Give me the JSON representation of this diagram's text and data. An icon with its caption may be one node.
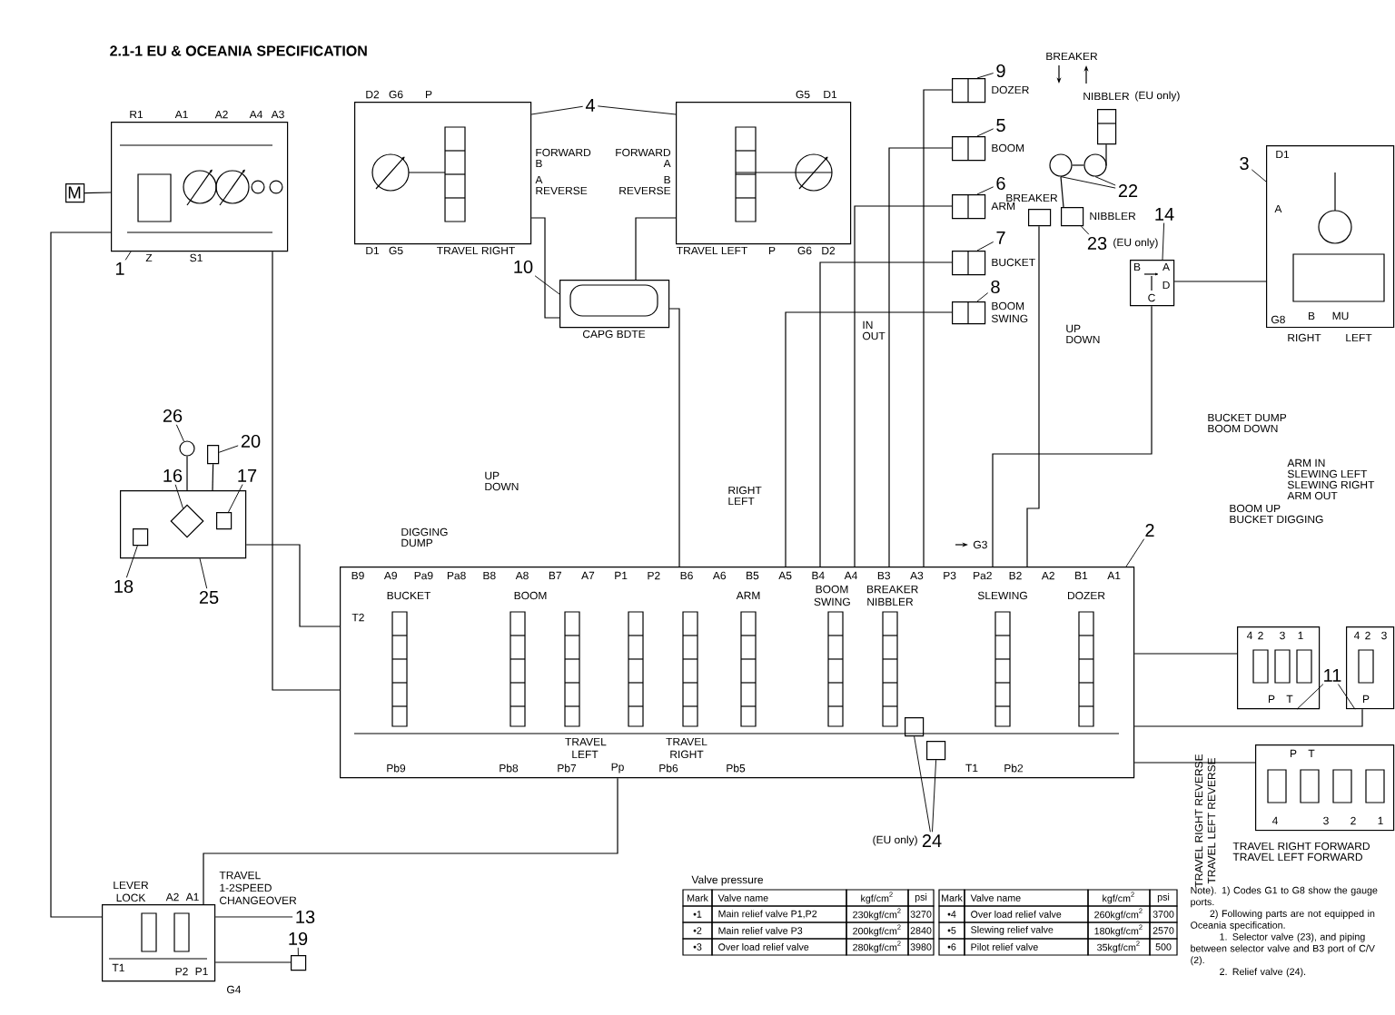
{
  "diagram": {
    "title": "2.1-1 EU & OCEANIA SPECIFICATION",
    "nodes": [
      {
        "text": [
          "R1",
          "A1",
          "A2",
          "A4",
          "A3",
          "Z",
          "S1"
        ]
      },
      {
        "text": [
          "M"
        ]
      },
      {
        "text": [
          "D2",
          "G6",
          "P",
          "FORWARD",
          "B",
          "A",
          "REVERSE",
          "D1",
          "G5",
          "TRAVEL RIGHT"
        ]
      },
      {
        "text": [
          "G5",
          "D1",
          "FORWARD",
          "A",
          "B",
          "REVERSE",
          "TRAVEL LEFT",
          "P",
          "G6",
          "D2"
        ]
      },
      {
        "text": [
          "CAPG BDTE"
        ]
      },
      {
        "text": [
          "DOZER"
        ]
      },
      {
        "text": [
          "BOOM"
        ]
      },
      {
        "text": [
          "ARM"
        ]
      },
      {
        "text": [
          "BUCKET"
        ]
      },
      {
        "text": [
          "BOOM SWING"
        ]
      },
      {
        "text": [
          "NIBBLER"
        ],
        "beside": [
          "(EU only)"
        ]
      },
      {
        "text": [],
        "shape": "circle"
      },
      {
        "text": [],
        "shape": "circle"
      },
      {
        "text": [
          "BREAKER"
        ]
      },
      {
        "text": [
          "NIBBLER"
        ]
      },
      {
        "text": [
          "B",
          "A",
          "D",
          "C"
        ]
      },
      {
        "text": [
          "D1",
          "A",
          "G8",
          "B",
          "MU",
          "RIGHT",
          "LEFT"
        ]
      },
      {
        "text": [
          "B9",
          "A9",
          "Pa9",
          "Pa8",
          "B8",
          "A8",
          "B7",
          "A7",
          "P1",
          "P2",
          "B6",
          "A6",
          "B5",
          "A5",
          "B4",
          "A4",
          "B3",
          "A3",
          "P3",
          "Pa2",
          "B2",
          "A2",
          "B1",
          "A1",
          "BUCKET",
          "BOOM",
          "ARM",
          "BOOM SWING",
          "BREAKER NIBBLER",
          "SLEWING",
          "DOZER",
          "TRAVEL LEFT",
          "TRAVEL RIGHT",
          "T2",
          "Pb9",
          "Pb8",
          "Pb7",
          "Pp",
          "Pb6",
          "Pb5",
          "T1",
          "Pb2"
        ]
      },
      {
        "text": [
          "4",
          "2",
          "3",
          "1",
          "P",
          "T"
        ]
      },
      {
        "text": [
          "4",
          "2",
          "3",
          "P"
        ]
      },
      {
        "text": [
          "P",
          "T",
          "4",
          "3",
          "2",
          "1"
        ]
      },
      {
        "text": [
          "LEVER LOCK",
          "A2",
          "A1",
          "TRAVEL 1-2SPEED CHANGEOVER",
          "T1",
          "P2",
          "P1",
          "G4"
        ]
      },
      {
        "text": [],
        "shape": "box"
      },
      {
        "text": [],
        "shape": "box"
      },
      {
        "text": [],
        "shape": "diamond",
        "in": 23
      },
      {
        "text": [],
        "shape": "box",
        "in": 23
      },
      {
        "text": [],
        "shape": "box",
        "in": 23
      },
      {
        "text": [],
        "shape": "box"
      },
      {
        "text": [],
        "shape": "circle"
      },
      {
        "text": [],
        "shape": "box",
        "in": 17
      },
      {
        "text": [],
        "shape": "box",
        "in": 17
      },
      {
        "text": [
          "1"
        ]
      },
      {
        "text": [
          "4"
        ]
      },
      {
        "text": [
          "10"
        ]
      },
      {
        "text": [
          "9"
        ]
      },
      {
        "text": [
          "5"
        ]
      },
      {
        "text": [
          "6"
        ]
      },
      {
        "text": [
          "7"
        ]
      },
      {
        "text": [
          "8"
        ]
      },
      {
        "text": [
          "22"
        ]
      },
      {
        "text": [
          "23"
        ]
      },
      {
        "text": [
          "14"
        ]
      },
      {
        "text": [
          "3"
        ]
      },
      {
        "text": [
          "2"
        ]
      },
      {
        "text": [
          "11"
        ]
      },
      {
        "text": [
          "24"
        ]
      },
      {
        "text": [
          "26"
        ]
      },
      {
        "text": [
          "20"
        ]
      },
      {
        "text": [
          "16"
        ]
      },
      {
        "text": [
          "17"
        ]
      },
      {
        "text": [
          "18"
        ]
      },
      {
        "text": [
          "25"
        ]
      },
      {
        "text": [
          "13"
        ]
      },
      {
        "text": [
          "19"
        ]
      }
    ],
    "edges": [
      {
        "from": 0,
        "to": 17,
        "arrow": "none"
      },
      {
        "from": 23,
        "to": 17,
        "arrow": "none"
      },
      {
        "from": 17,
        "to": 4,
        "arrow": "none"
      },
      {
        "from": 4,
        "to": 2,
        "arrow": "none"
      },
      {
        "from": 4,
        "to": 3,
        "arrow": "none"
      },
      {
        "from": 5,
        "to": 17,
        "arrow": "none"
      },
      {
        "from": 6,
        "to": 17,
        "arrow": "none"
      },
      {
        "from": 7,
        "to": 17,
        "arrow": "none"
      },
      {
        "from": 8,
        "to": 17,
        "arrow": "none"
      },
      {
        "from": 9,
        "to": 17,
        "arrow": "none"
      },
      {
        "from": 15,
        "to": 17,
        "arrow": "none"
      },
      {
        "from": 15,
        "to": 16,
        "arrow": "none"
      },
      {
        "from": 13,
        "to": 17,
        "arrow": "none"
      },
      {
        "from": 10,
        "to": 12,
        "arrow": "none"
      },
      {
        "from": 11,
        "to": 12,
        "arrow": "none"
      },
      {
        "from": 11,
        "to": 14,
        "arrow": "none"
      },
      {
        "from": 18,
        "to": 17,
        "arrow": "none"
      },
      {
        "from": 19,
        "to": 17,
        "arrow": "none"
      },
      {
        "from": 20,
        "to": 17,
        "arrow": "none"
      },
      {
        "from": 21,
        "to": 17,
        "arrow": "none"
      },
      {
        "from": 21,
        "to": 0,
        "arrow": "none"
      },
      {
        "from": 22,
        "to": 21,
        "arrow": "none"
      },
      {
        "from": 28,
        "to": 23,
        "arrow": "none"
      },
      {
        "from": 27,
        "to": 23,
        "arrow": "none"
      },
      {
        "from": 1,
        "to": 0,
        "arrow": "none"
      },
      {
        "from": 31,
        "to": 0,
        "arrow": "none"
      },
      {
        "from": 32,
        "to": 2,
        "arrow": "none"
      },
      {
        "from": 32,
        "to": 3,
        "arrow": "none"
      },
      {
        "from": 33,
        "to": 4,
        "arrow": "none"
      },
      {
        "from": 34,
        "to": 5,
        "arrow": "none"
      },
      {
        "from": 35,
        "to": 6,
        "arrow": "none"
      },
      {
        "from": 36,
        "to": 7,
        "arrow": "none"
      },
      {
        "from": 37,
        "to": 8,
        "arrow": "none"
      },
      {
        "from": 38,
        "to": 9,
        "arrow": "none"
      },
      {
        "from": 39,
        "to": 11,
        "arrow": "none"
      },
      {
        "from": 39,
        "to": 12,
        "arrow": "none"
      },
      {
        "from": 40,
        "to": 14,
        "arrow": "none"
      },
      {
        "from": 41,
        "to": 15,
        "arrow": "none"
      },
      {
        "from": 42,
        "to": 16,
        "arrow": "none"
      },
      {
        "from": 43,
        "to": 17,
        "arrow": "none"
      },
      {
        "from": 44,
        "to": 18,
        "arrow": "none"
      },
      {
        "from": 44,
        "to": 19,
        "arrow": "none"
      },
      {
        "from": 45,
        "to": 29,
        "arrow": "none"
      },
      {
        "from": 45,
        "to": 30,
        "arrow": "none"
      },
      {
        "from": 46,
        "to": 28,
        "arrow": "none"
      },
      {
        "from": 47,
        "to": 27,
        "arrow": "none"
      },
      {
        "from": 48,
        "to": 24,
        "arrow": "none"
      },
      {
        "from": 49,
        "to": 25,
        "arrow": "none"
      },
      {
        "from": 50,
        "to": 26,
        "arrow": "none"
      },
      {
        "from": 51,
        "to": 23,
        "arrow": "none"
      },
      {
        "from": 52,
        "to": 21,
        "arrow": "none"
      },
      {
        "from": 53,
        "to": 22,
        "arrow": "none"
      }
    ],
    "labels": [
      "IN",
      "OUT",
      "BREAKER",
      "(EU only)",
      "UP",
      "DOWN",
      "UP",
      "DOWN",
      "DIGGING",
      "DUMP",
      "RIGHT",
      "LEFT",
      "BUCKET DUMP",
      "BOOM DOWN",
      "ARM IN",
      "SLEWING LEFT",
      "SLEWING RIGHT",
      "ARM OUT",
      "BOOM UP",
      "BUCKET DIGGING",
      "G3",
      "TRAVEL RIGHT REVERSE",
      "TRAVEL LEFT REVERSE",
      "TRAVEL RIGHT FORWARD",
      "TRAVEL LEFT FORWARD",
      "(EU only)",
      "Valve pressure",
      "Mark",
      "Valve name",
      "kgf/cm$^{2}$",
      "psi",
      "Mark",
      "Valve name",
      "kgf/cm$^{2}$",
      "psi",
      "•1",
      "Main relief valve P1,P2",
      "230kgf/cm$^{2}$",
      "3270",
      "•4",
      "Over load relief valve",
      "260kgf/cm$^{2}$",
      "3700",
      "•2",
      "Main relief valve P3",
      "200kgf/cm$^{2}$",
      "2840",
      "•5",
      "Slewing relief valve",
      "180kgf/cm$^{2}$",
      "2570",
      "•3",
      "Over load relief valve",
      "280kgf/cm$^{2}$",
      "3980",
      "•6",
      "Pilot relief valve",
      "35kgf/cm$^{2}$",
      "500",
      "Note). 1) Codes G1 to G8 show the gauge ports.",
      "2) Following parts are not equipped in Oceania specification.",
      "1. Selector valve (23), and piping between selector valve and B3 port of C/V (2).",
      "2. Relief valve (24)."
    ]
  }
}
